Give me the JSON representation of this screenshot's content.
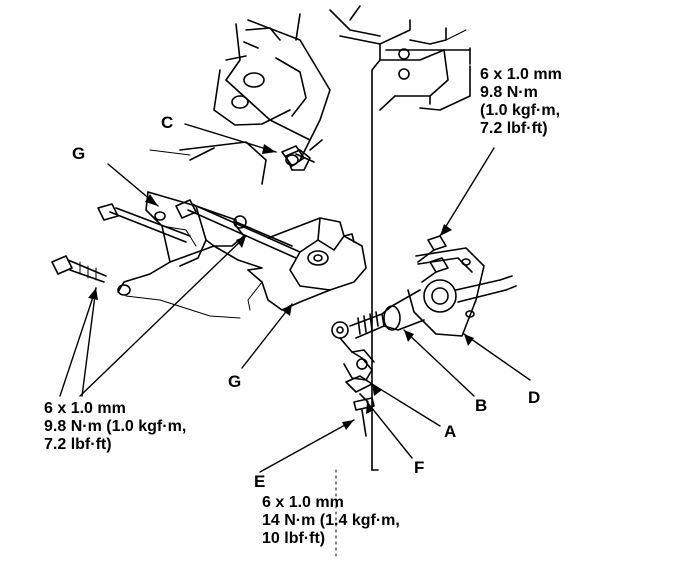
{
  "part_labels": {
    "a": "A",
    "b": "B",
    "c": "C",
    "d": "D",
    "e": "E",
    "f": "F",
    "g_upper": "G",
    "g_lower": "G"
  },
  "torque_specs": {
    "top_right": {
      "size": "6 x 1.0 mm",
      "torque": "9.8 N·m",
      "kgf": "(1.0 kgf·m,",
      "lbf": "7.2 lbf·ft)"
    },
    "left": {
      "size": "6 x 1.0 mm",
      "torque": "9.8 N·m (1.0 kgf·m,",
      "lbf": "7.2 lbf·ft)"
    },
    "bottom": {
      "size": "6 x 1.0 mm",
      "torque": "14 N·m (1.4 kgf·m,",
      "lbf": "10 lbf·ft)"
    }
  },
  "colors": {
    "ink": "#000000",
    "paper": "#ffffff"
  }
}
